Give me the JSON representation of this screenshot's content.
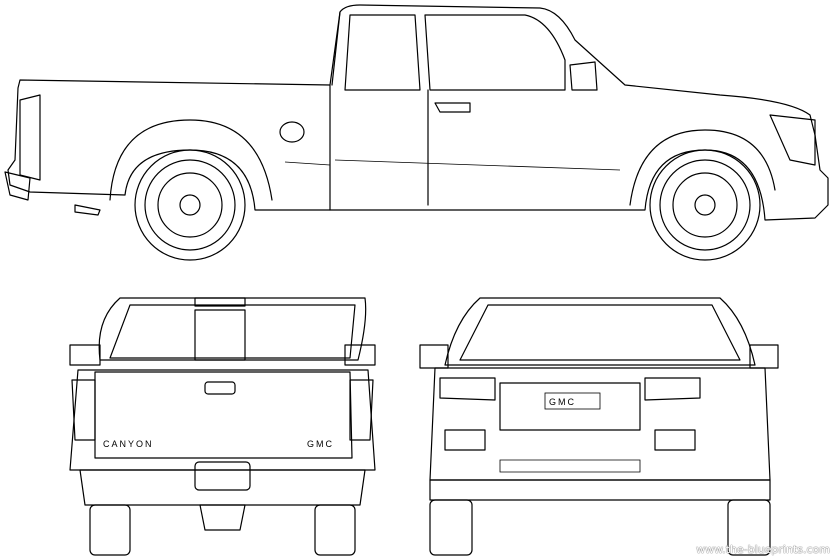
{
  "vehicle": {
    "rear_badge_model": "CANYON",
    "rear_badge_brand": "GMC",
    "grille_badge": "GMC"
  },
  "watermark": "www.the-blueprints.com"
}
